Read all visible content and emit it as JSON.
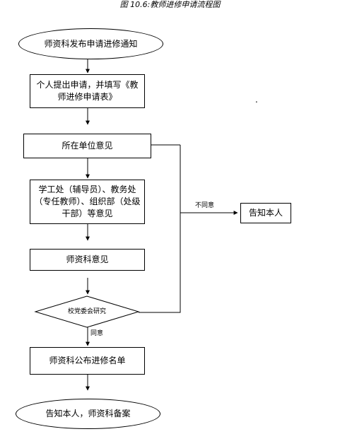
{
  "title": "图 10.6:教师进修申请流程图",
  "nodes": {
    "start": "师资科发布申请进修通知",
    "apply_line1": "个人提出申请，并填写《教",
    "apply_line2": "师进修申请表》",
    "unit_opinion": "所在单位意见",
    "dept_line1": "学工处（辅导员）、教务处",
    "dept_line2": "（专任教师）、组织部（处级",
    "dept_line3": "干部）等意见",
    "teacher_section_opinion": "师资科意见",
    "committee_review": "校党委会研究",
    "publish_list": "师资科公布进修名单",
    "end": "告知本人，师资科备案",
    "notify_self": "告知本人"
  },
  "edge_labels": {
    "disagree": "不同意",
    "agree": "同意"
  },
  "extra": {
    "dot": "."
  }
}
